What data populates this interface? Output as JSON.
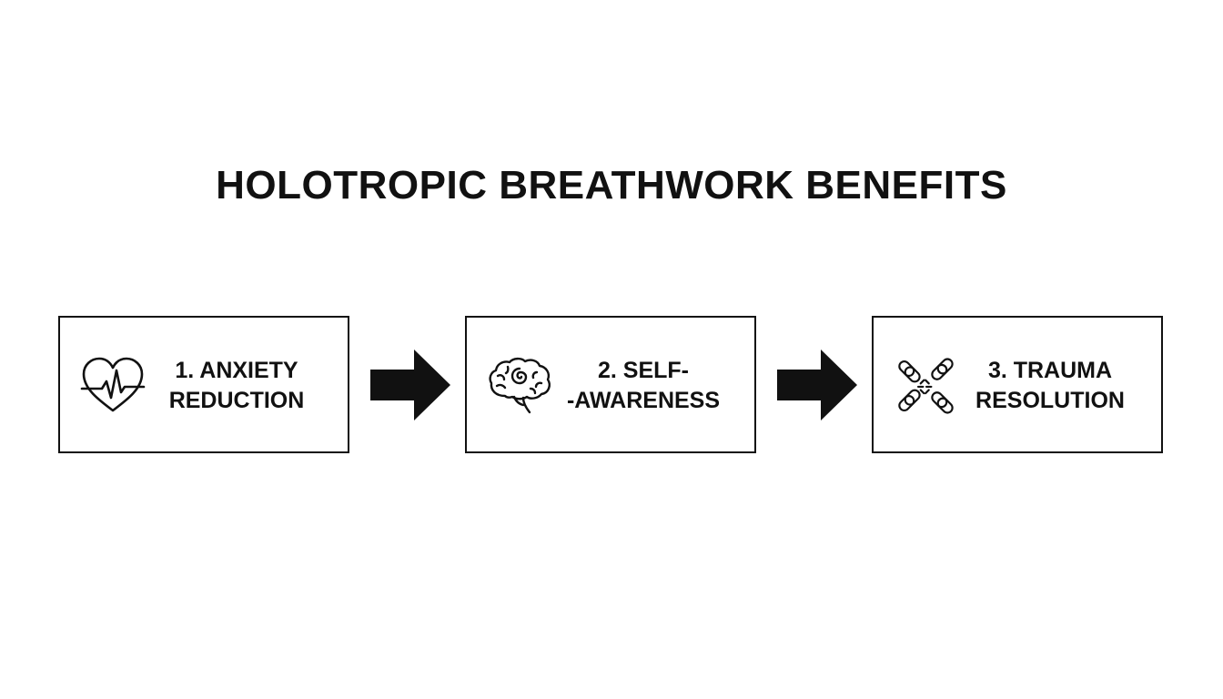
{
  "title": "HOLOTROPIC BREATHWORK BENEFITS",
  "steps": [
    {
      "line1": "1. ANXIETY",
      "line2": "REDUCTION",
      "icon": "heartbeat-icon"
    },
    {
      "line1": "2. SELF-",
      "line2": "-AWARENESS",
      "icon": "brain-icon"
    },
    {
      "line1": "3. TRAUMA",
      "line2": "RESOLUTION",
      "icon": "broken-chain-icon"
    }
  ],
  "colors": {
    "ink": "#111111",
    "background": "#ffffff"
  }
}
